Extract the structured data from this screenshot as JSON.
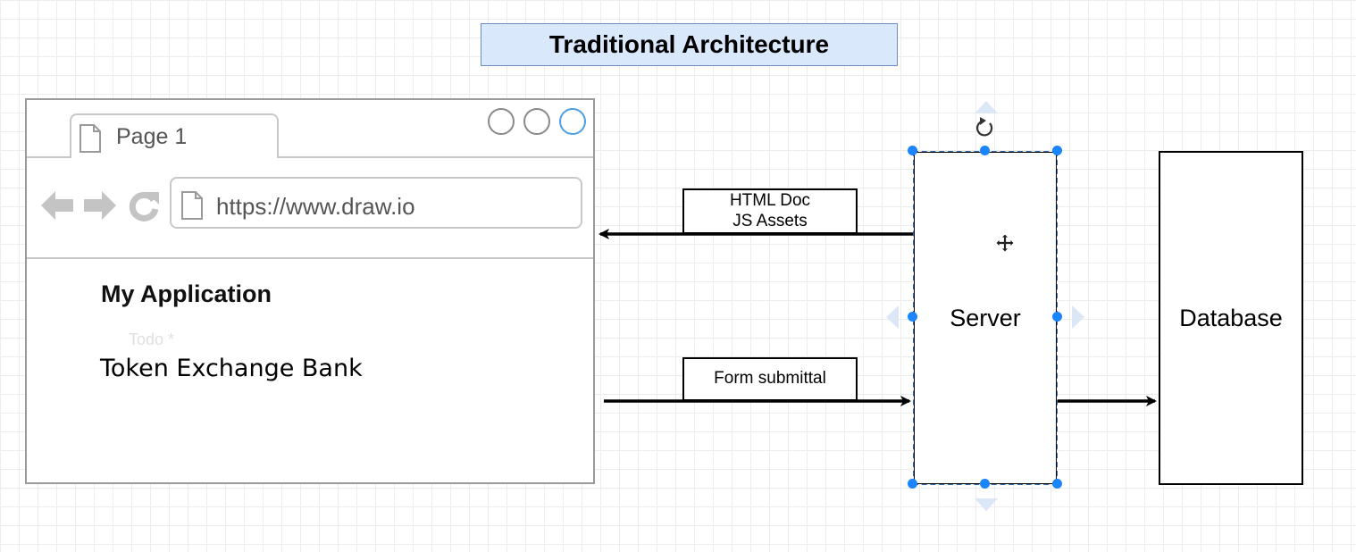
{
  "title": "Traditional Architecture",
  "browser": {
    "tab_label": "Page 1",
    "url": "https://www.draw.io",
    "app_heading": "My Application",
    "faint_text": "Todo *",
    "body_text": "Token Exchange Bank"
  },
  "edges": {
    "response": {
      "line1": "HTML Doc",
      "line2": "JS Assets"
    },
    "request": {
      "label": "Form submittal"
    }
  },
  "nodes": {
    "server": "Server",
    "database": "Database"
  },
  "icons": {
    "page": "page-icon",
    "back": "back-arrow-icon",
    "forward": "forward-arrow-icon",
    "refresh": "refresh-icon",
    "rotate": "rotate-handle-icon",
    "move": "move-cursor-icon"
  },
  "colors": {
    "title_fill": "#dae8fc",
    "title_border": "#6c8ebf",
    "selection": "#1a85ff"
  }
}
